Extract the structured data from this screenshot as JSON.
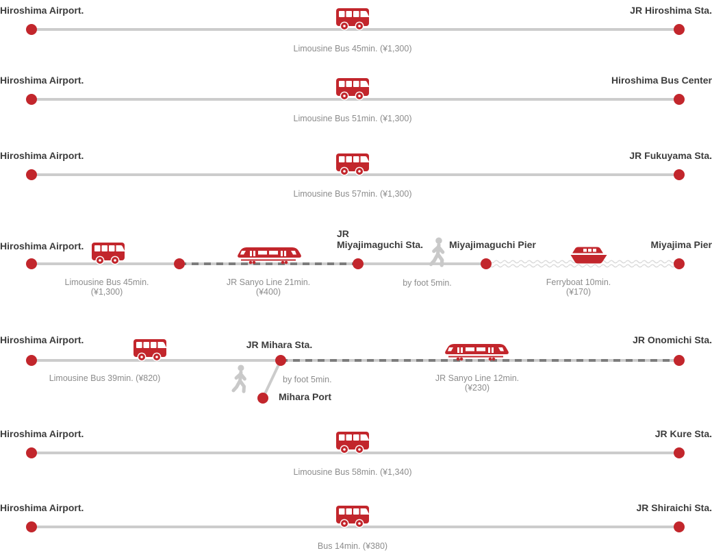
{
  "colors": {
    "accent_red": "#c2262c",
    "line_gray": "#cccccc",
    "dash_gray": "#7c7c7c",
    "label_text": "#3c3c3c",
    "caption_text": "#8c8c8c",
    "walk_icon_gray": "#c9c9c9",
    "wave_gray": "#dcdcdc"
  },
  "icons": {
    "bus": "bus-icon",
    "train": "train-icon",
    "ferry": "ferryboat-icon",
    "walk": "walking-person-icon",
    "stop": "stop-dot"
  },
  "simple_routes": [
    {
      "from": "Hiroshima Airport.",
      "to": "JR Hiroshima Sta.",
      "caption": "Limousine Bus 45min. (¥1,300)"
    },
    {
      "from": "Hiroshima Airport.",
      "to": "Hiroshima Bus Center",
      "caption": "Limousine Bus 51min. (¥1,300)"
    },
    {
      "from": "Hiroshima Airport.",
      "to": "JR Fukuyama Sta.",
      "caption": "Limousine Bus 57min. (¥1,300)"
    },
    {
      "from": "Hiroshima Airport.",
      "to": "JR Kure Sta.",
      "caption": "Limousine Bus 58min. (¥1,340)"
    },
    {
      "from": "Hiroshima Airport.",
      "to": "JR Shiraichi Sta.",
      "caption": "Bus 14min. (¥380)"
    }
  ],
  "miyajima_route": {
    "from": "Hiroshima Airport.",
    "bus_caption": "Limousine Bus 45min.",
    "bus_fare": "(¥1,300)",
    "station_line1": "JR",
    "station_line2": "Miyajimaguchi Sta.",
    "train_caption": "JR Sanyo Line 21min.",
    "train_fare": "(¥400)",
    "walk_caption": "by foot 5min.",
    "pier": "Miyajimaguchi Pier",
    "ferry_caption": "Ferryboat 10min.",
    "ferry_fare": "(¥170)",
    "to": "Miyajima Pier"
  },
  "onomichi_route": {
    "from": "Hiroshima Airport.",
    "bus_caption": "Limousine Bus 39min. (¥820)",
    "station": "JR Mihara Sta.",
    "walk_caption": "by foot 5min.",
    "port": "Mihara Port",
    "train_caption": "JR Sanyo Line 12min.",
    "train_fare": "(¥230)",
    "to": "JR Onomichi Sta."
  }
}
